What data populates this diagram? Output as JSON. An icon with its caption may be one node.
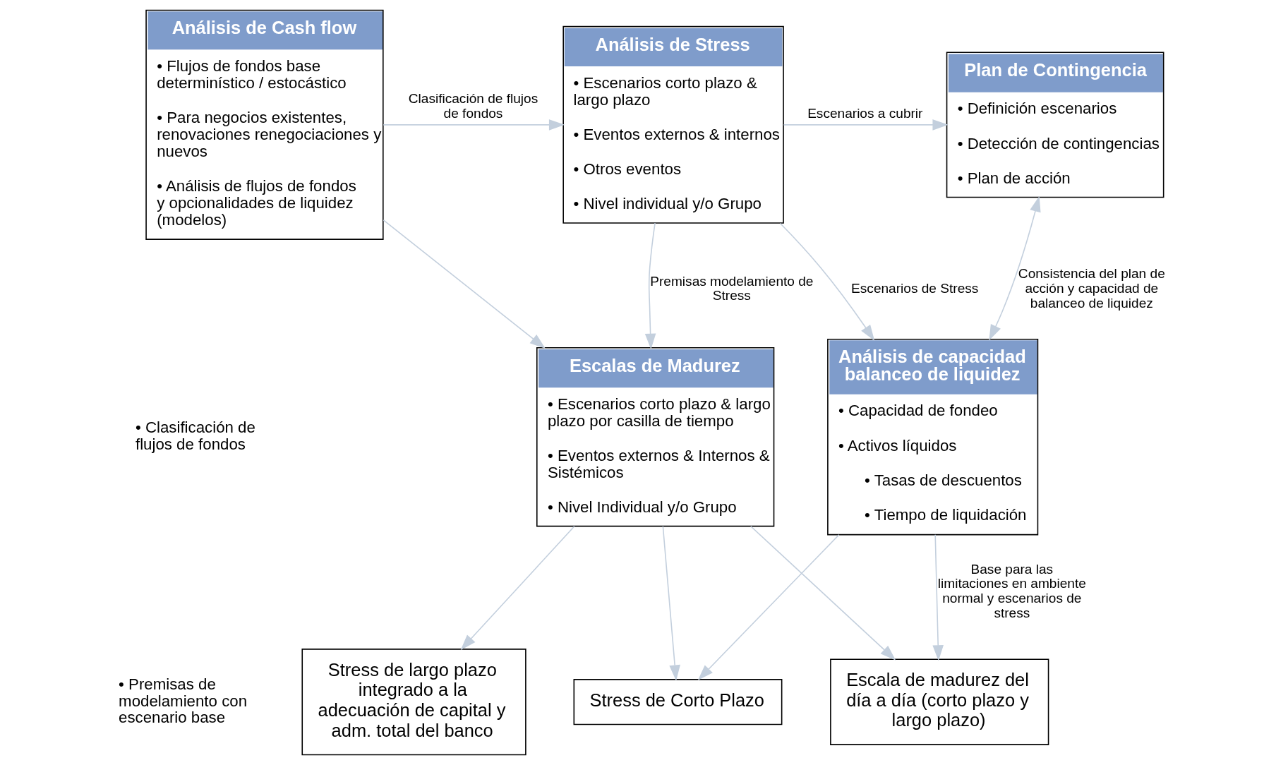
{
  "diagram": {
    "nodes": [
      {
        "text": [
          "Análisis de Cash flow",
          "• Flujos de fondos base determinístico / estocástico",
          "• Para negocios existentes, renovaciones renegociaciones y nuevos",
          "• Análisis de flujos de fondos y opcionalidades de liquidez (modelos)"
        ]
      },
      {
        "text": [
          "Análisis de Stress",
          "• Escenarios corto plazo & largo plazo",
          "• Eventos externos & internos",
          "• Otros eventos",
          "• Nivel individual y/o Grupo"
        ]
      },
      {
        "text": [
          "Plan de Contingencia",
          "• Definición escenarios",
          "• Detección de contingencias",
          "• Plan de acción"
        ]
      },
      {
        "text": [
          "Escalas de Madurez",
          "• Escenarios corto plazo & largo plazo por casilla de tiempo",
          "• Eventos externos & Internos & Sistémicos",
          "• Nivel Individual y/o Grupo"
        ]
      },
      {
        "text": [
          "Análisis de capacidad balanceo de liquidez",
          "• Capacidad de fondeo",
          "• Activos líquidos",
          "• Tasas de descuentos",
          "• Tiempo de liquidación"
        ]
      },
      {
        "text": [
          "Stress de largo plazo integrado a la adecuación de capital y  adm. total del banco"
        ]
      },
      {
        "text": [
          "Stress de Corto Plazo"
        ]
      },
      {
        "text": [
          "Escala de madurez del día a día (corto plazo y largo plazo)"
        ]
      }
    ],
    "edges": [
      {
        "from": 0,
        "to": 1,
        "arrow": "to",
        "label": "Clasificación de flujos de fondos"
      },
      {
        "from": 0,
        "to": 3,
        "arrow": "to"
      },
      {
        "from": 1,
        "to": 3,
        "arrow": "to",
        "label": "Premisas modelamiento de Stress"
      },
      {
        "from": 1,
        "to": 2,
        "arrow": "to",
        "label": "Escenarios a cubrir"
      },
      {
        "from": 1,
        "to": 4,
        "arrow": "to",
        "label": "Escenarios de Stress"
      },
      {
        "from": 2,
        "to": 4,
        "arrow": "both",
        "label": "Consistencia del plan de acción y capacidad de balanceo de liquidez"
      },
      {
        "from": 3,
        "to": 5,
        "arrow": "to"
      },
      {
        "from": 3,
        "to": 6,
        "arrow": "to"
      },
      {
        "from": 3,
        "to": 7,
        "arrow": "to"
      },
      {
        "from": 4,
        "to": 7,
        "arrow": "to",
        "label": "Base para las limitaciones en ambiente normal y escenarios de stress"
      },
      {
        "from": 4,
        "to": 6,
        "arrow": "to"
      }
    ],
    "labels": [
      "• Clasificación de flujos de fondos",
      "• Premisas de modelamiento con escenario base"
    ]
  }
}
